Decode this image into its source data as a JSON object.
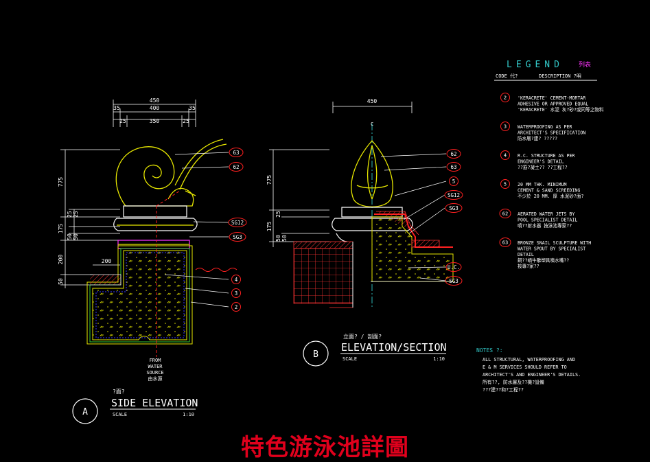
{
  "page_title": "特色游泳池詳圖",
  "colors": {
    "background": "#000000",
    "dim": "#ffffff",
    "magenta": "#ff33ff",
    "yellow": "#e8e800",
    "red": "#ff2020",
    "cyan": "#33cccc",
    "green": "#33cc33",
    "blue": "#3333ff",
    "title_red": "#e0001c"
  },
  "legend": {
    "title": "LEGEND",
    "title_cn": "列表",
    "col_code": "CODE 代?",
    "col_desc": "DESCRIPTION  ?明",
    "items": [
      {
        "code": "2",
        "lines": [
          "'KERACRETE' CEMENT-MORTAR",
          "ADHESIVE OR APPROVED EQUAL",
          "'KERACRETE' 水泥 灰?砂?或同等之物料"
        ]
      },
      {
        "code": "3",
        "lines": [
          "WATERPROOFING AS PER",
          "ARCHITECT'S SPECIFICATION",
          "防水層?建?      ?????"
        ]
      },
      {
        "code": "4",
        "lines": [
          "R.C. STRUCTURE AS PER",
          "ENGINEER'S DETAIL",
          "??筋?凝土??      ??工程??"
        ]
      },
      {
        "code": "5",
        "lines": [
          "20 MM THK. MINIMUM",
          "CEMENT & SAND SCREEDING",
          "不少於  20 MM. 厚 水泥砂?面?"
        ]
      },
      {
        "code": "62",
        "lines": [
          "AERATED WATER JETS BY",
          "POOL SPECIALIST DETAIL",
          "噴??射水器  按泳池專家??"
        ]
      },
      {
        "code": "63",
        "lines": [
          "BRONZE SNAIL SCULPTURE WITH",
          "WATER SPOUT BY SPECIALIST",
          "DETAIL",
          "銅??蝸牛雕塑具噴水嘴??",
          "按專?家??"
        ]
      }
    ]
  },
  "notes": {
    "title": "NOTES  ?:",
    "lines": [
      "ALL STRUCTURAL, WATERPROOFING AND",
      "E & M SERVICES SHOULD REFER TO",
      "ARCHITECT'S AND ENGINEER'S DETAILS.",
      "所有??, 防水層及??機?設備",
      "???建??和?工程??"
    ]
  },
  "view_a": {
    "marker": "A",
    "cn": "?面?",
    "title": "SIDE ELEVATION",
    "scale_label": "SCALE",
    "scale_value": "1:10",
    "dims_top": [
      "450",
      "35",
      "400",
      "35",
      "25",
      "350",
      "25"
    ],
    "dims_left": [
      "775",
      "175",
      "25",
      "25",
      "50",
      "50",
      "200",
      "50"
    ],
    "dim_step": "200",
    "source_lines": [
      "FROM",
      "WATER",
      "SOURCE",
      "由水源"
    ],
    "tags": [
      "63",
      "62",
      "SG12",
      "SG3",
      "4",
      "3",
      "2"
    ]
  },
  "view_b": {
    "marker": "B",
    "cn": "立面?  / 剖面?",
    "title": "ELEVATION/SECTION",
    "scale_label": "SCALE",
    "scale_value": "1:10",
    "dims_top": [
      "450"
    ],
    "dims_left": [
      "775",
      "175",
      "25",
      "50",
      "50"
    ],
    "centerline": "C",
    "tags": [
      "62",
      "63",
      "5",
      "SG12",
      "SG3",
      "U.C.",
      "SG3"
    ]
  }
}
